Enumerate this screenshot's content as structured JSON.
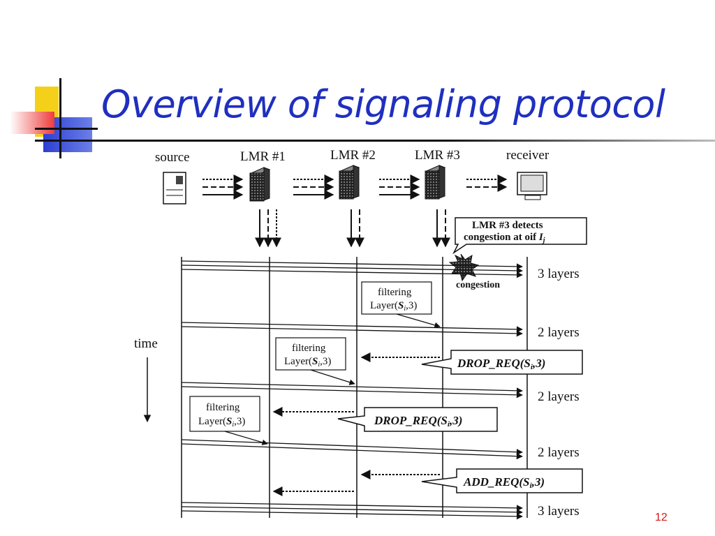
{
  "title": "Overview of signaling protocol",
  "page_number": "12",
  "colors": {
    "title": "#1f2fbf",
    "page_number": "#d21a1a",
    "deco_yellow": "#f5d01a",
    "deco_blue": "#2d3fd0",
    "deco_red": "#ee3b3b"
  },
  "nodes": {
    "source": "source",
    "lmr1": "LMR #1",
    "lmr2": "LMR #2",
    "lmr3": "LMR #3",
    "receiver": "receiver"
  },
  "callout_detect": {
    "line1": "LMR #3 detects",
    "line2_prefix": "congestion at oif ",
    "line2_var": "I",
    "line2_sub": "j"
  },
  "congestion_label": "congestion",
  "time_label": "time",
  "layer_labels": [
    "3 layers",
    "2 layers",
    "2 layers",
    "2 layers",
    "3 layers"
  ],
  "filtering": {
    "line1": "filtering",
    "prefix": "Layer(",
    "var": "S",
    "sub": "i",
    "suffix": ",3)"
  },
  "messages": {
    "drop": {
      "name": "DROP_REQ",
      "open": "(",
      "var": "S",
      "sub": "i",
      "close": ",3)"
    },
    "add": {
      "name": "ADD_REQ",
      "open": "(",
      "var": "S",
      "sub": "i",
      "close": ",3)"
    }
  }
}
